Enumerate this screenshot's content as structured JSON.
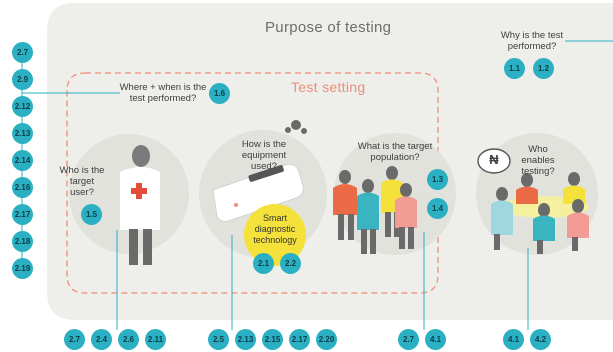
{
  "title": "Purpose of testing",
  "setting_title": "Test setting",
  "why": {
    "question": "Why is the test performed?",
    "badges": [
      "1.1",
      "1.2"
    ]
  },
  "where": {
    "question": "Where + when is the test performed?",
    "badges": [
      "1.6"
    ]
  },
  "target_user": {
    "question": "Who is the target user?",
    "badges": [
      "1.5"
    ]
  },
  "equipment": {
    "question": "How is the equipment used?",
    "device_label": "Smart diagnostic technology",
    "badges": [
      "2.1",
      "2.2"
    ]
  },
  "population": {
    "question": "What is the target population?",
    "badges": [
      "1.3",
      "1.4"
    ]
  },
  "enables": {
    "question": "Who enables testing?",
    "currency_symbol": "₦"
  },
  "left_column": [
    "2.7",
    "2.9",
    "2.12",
    "2.13",
    "2.14",
    "2.16",
    "2.17",
    "2.18",
    "2.19"
  ],
  "bottom_groups": {
    "user": [
      "2.7",
      "2.4",
      "2.6",
      "2.11"
    ],
    "equipment": [
      "2.5",
      "2.13",
      "2.15",
      "2.17",
      "2.20"
    ],
    "population": [
      "2.7",
      "4.1"
    ],
    "enables": [
      "4.1",
      "4.2"
    ]
  },
  "colors": {
    "teal": "#2ab0c2",
    "grey_panel": "#eeeeea",
    "circle": "#e2e2dd",
    "salmon": "#ee8d7b",
    "yellow": "#f4e13a",
    "ink": "#3d3d3d"
  }
}
